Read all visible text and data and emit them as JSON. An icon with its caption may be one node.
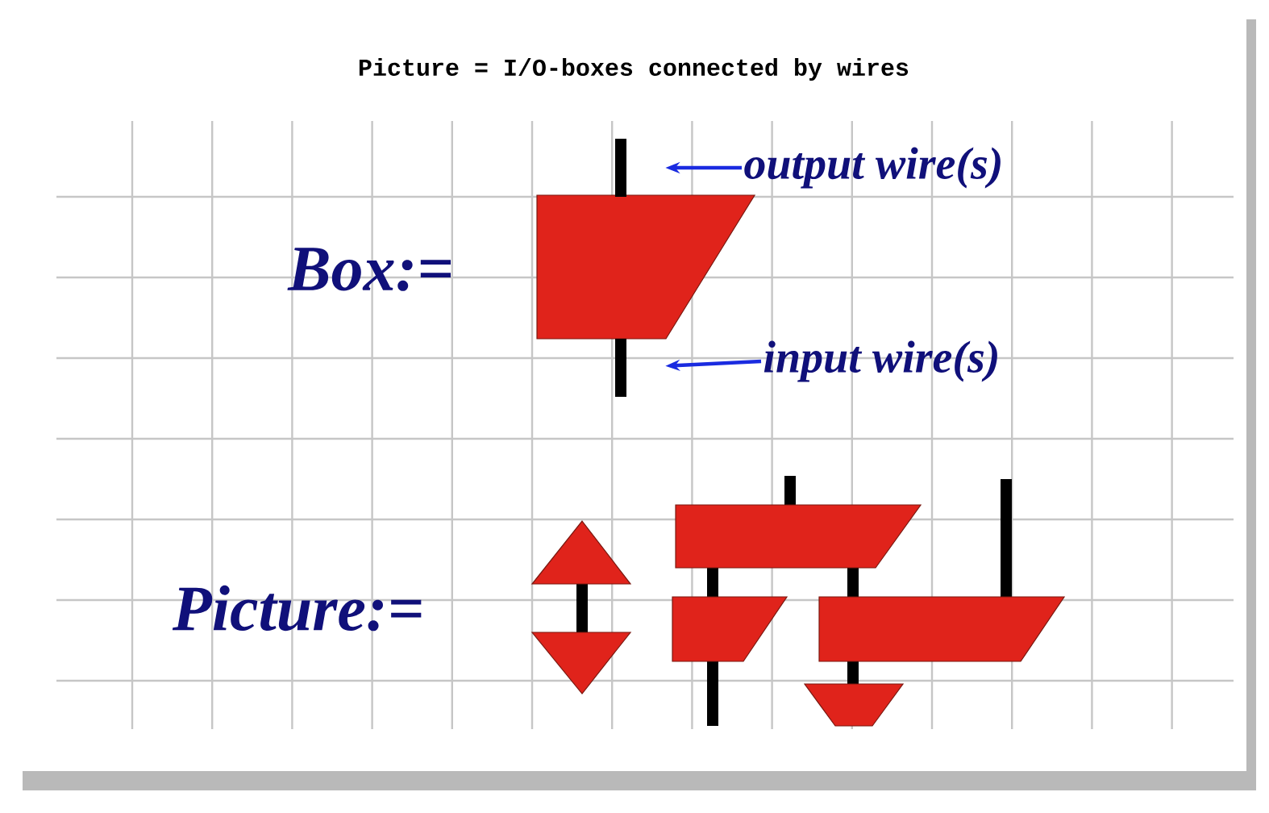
{
  "diagram": {
    "title": "Picture = I/O-boxes connected by wires",
    "nodes": [
      {
        "text": [
          "output wire(s)"
        ]
      },
      {
        "text": [],
        "shape": "bar"
      },
      {
        "text": [
          "input wire(s)"
        ]
      },
      {
        "text": [],
        "shape": "bar"
      }
    ],
    "edges": [
      {
        "from": 0,
        "to": 1,
        "arrow": "to",
        "color": "#1a2be0"
      },
      {
        "from": 2,
        "to": 3,
        "arrow": "to",
        "color": "#1a2be0"
      }
    ],
    "labels": [
      "Box:=",
      "Picture:="
    ]
  }
}
